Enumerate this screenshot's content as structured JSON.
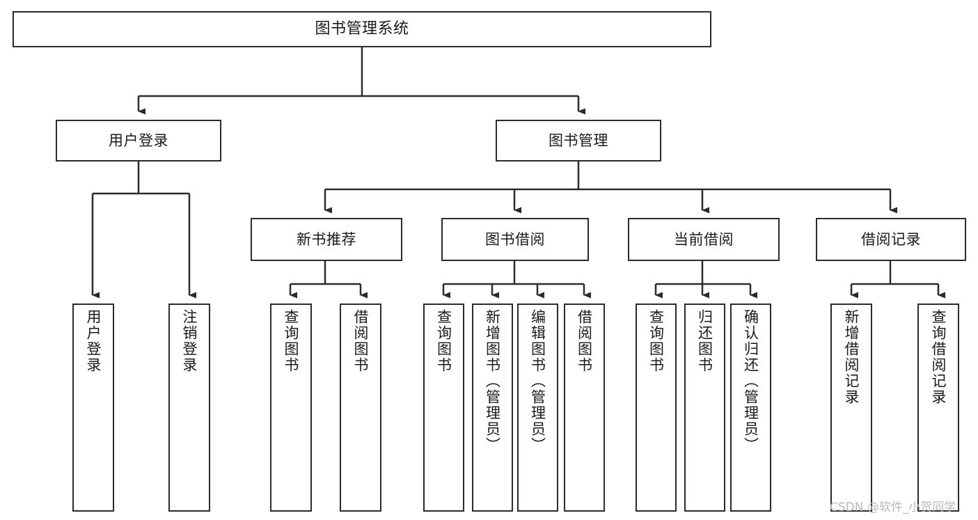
{
  "diagram": {
    "type": "tree",
    "title": "图书管理系统",
    "orientation": "top-down",
    "colors": {
      "box_border": "#2b2b2b",
      "box_fill": "#ffffff",
      "connector": "#2b2b2b",
      "text": "#1a1a1a",
      "watermark": "#b9b9b9",
      "background": "#ffffff"
    },
    "root": {
      "label": "图书管理系统"
    },
    "level2": [
      {
        "label": "用户登录"
      },
      {
        "label": "图书管理"
      }
    ],
    "level3": [
      {
        "label": "新书推荐"
      },
      {
        "label": "图书借阅"
      },
      {
        "label": "当前借阅"
      },
      {
        "label": "借阅记录"
      }
    ],
    "leaves": {
      "user_login": [
        {
          "label": "用户登录"
        },
        {
          "label": "注销登录"
        }
      ],
      "new_book_recommend": [
        {
          "label": "查询图书"
        },
        {
          "label": "借阅图书"
        }
      ],
      "book_borrow": [
        {
          "label": "查询图书"
        },
        {
          "label": "新增图书（管理员）"
        },
        {
          "label": "编辑图书（管理员）"
        },
        {
          "label": "借阅图书"
        }
      ],
      "current_borrow": [
        {
          "label": "查询图书"
        },
        {
          "label": "归还图书"
        },
        {
          "label": "确认归还（管理员）"
        }
      ],
      "borrow_record": [
        {
          "label": "新增借阅记录"
        },
        {
          "label": "查询借阅记录"
        }
      ]
    }
  },
  "watermark": {
    "text": "CSDN @软件_小贺同学"
  }
}
